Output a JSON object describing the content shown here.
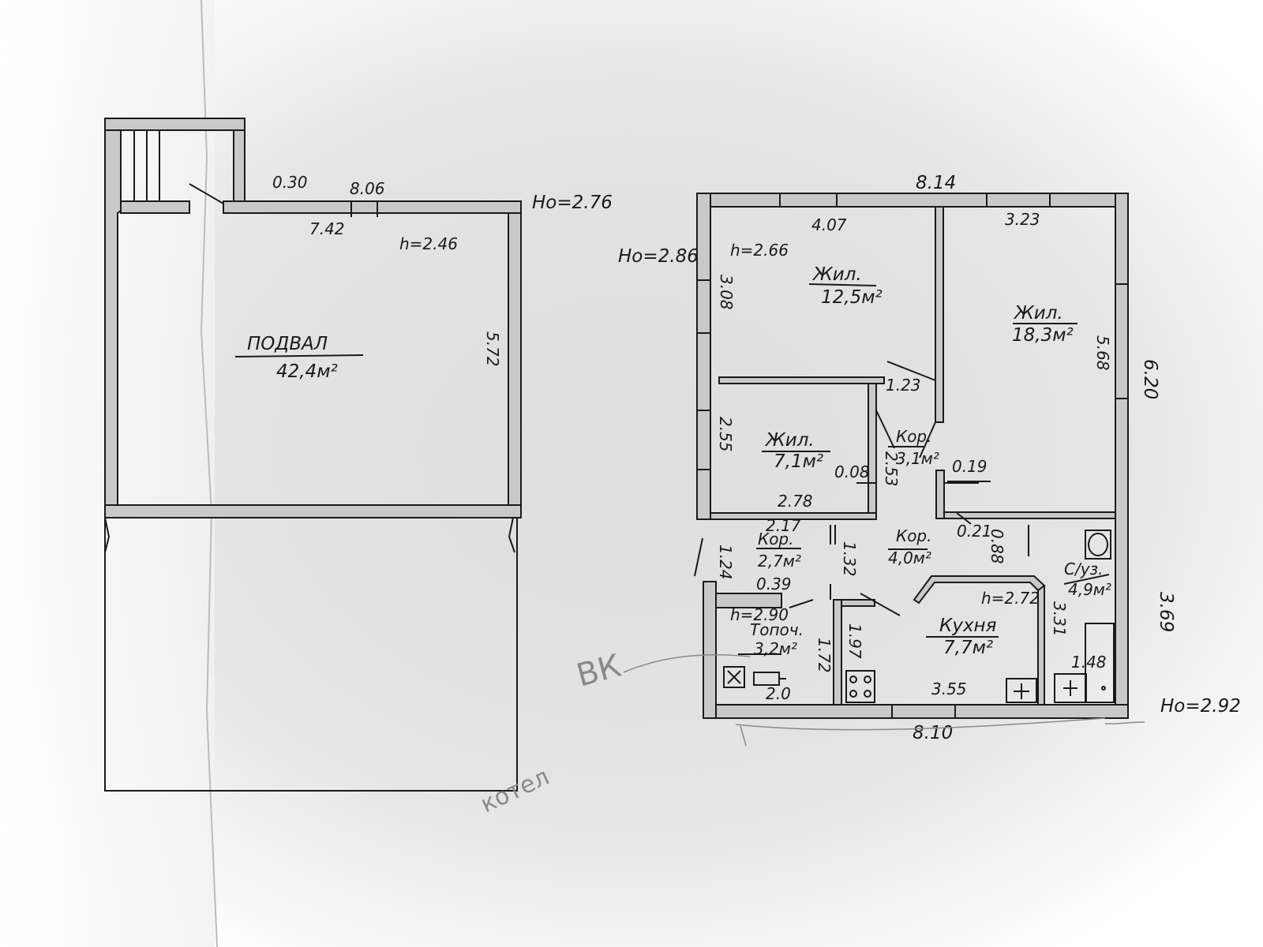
{
  "basement": {
    "h0": "Hо=2.76",
    "h": "h=2.46",
    "room_name": "ПОДВАЛ",
    "room_area": "42,4м²",
    "dim_top": "8.06",
    "dim_inner": "7.42",
    "dim_stair": "0.30",
    "dim_side": "5.72"
  },
  "floor": {
    "h0_left": "Hо=2.86",
    "h0_right": "Hо=2.92",
    "h_main": "h=2.66",
    "dim_top": "8.14",
    "dim_bottom": "8.10",
    "dim_right_upper": "6.20",
    "dim_right_lower": "3.69",
    "dims": {
      "d407": "4.07",
      "d323": "3.23",
      "d308": "3.08",
      "d568": "5.68",
      "d123": "1.23",
      "d255": "2.55",
      "d253": "2.53",
      "d008": "0.08",
      "d019": "0.19",
      "d278": "2.78",
      "d217": "2.17",
      "d124": "1.24",
      "d132": "1.32",
      "d021": "0.21",
      "d088": "0.88",
      "d039": "0.39",
      "d197": "1.97",
      "d172": "1.72",
      "d20": "2.0",
      "d355": "3.55",
      "d331": "3.31",
      "d148": "1.48"
    },
    "rooms": {
      "r1_name": "Жил.",
      "r1_area": "12,5м²",
      "r2_name": "Жил.",
      "r2_area": "18,3м²",
      "r3_name": "Жил.",
      "r3_area": "7,1м²",
      "r4_name": "Кор.",
      "r4_area": "3,1м²",
      "r5_name": "Кор.",
      "r5_area": "2,7м²",
      "r6_name": "Кор.",
      "r6_area": "4,0м²",
      "r7_name": "Кухня",
      "r7_area": "7,7м²",
      "r7_h": "h=2.72",
      "r8_name": "Топоч.",
      "r8_area": "3,2м²",
      "r8_h": "h=2.90",
      "r9_name": "С/уз.",
      "r9_area": "4,9м²"
    }
  },
  "pencil_notes": {
    "bk": "ВК",
    "kotel": "котел"
  },
  "colors": {
    "wall_fill": "#c9c9c9",
    "ink": "#1a1a1a",
    "pencil": "#8a8a8a",
    "paper": "#e9e9e9"
  }
}
